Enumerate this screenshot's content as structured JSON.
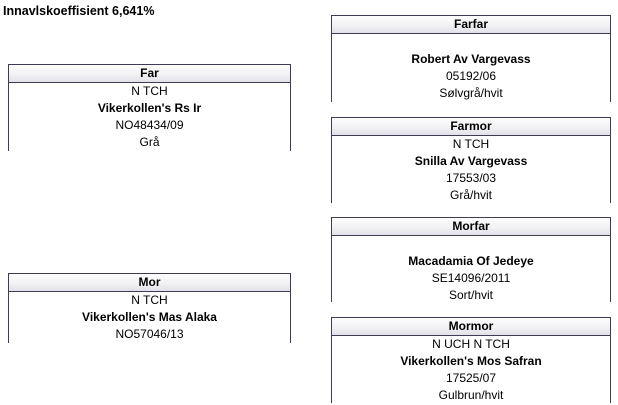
{
  "page": {
    "title": "Innavlskoeffisient 6,641%"
  },
  "colors": {
    "box_border": "#3c3c55",
    "header_gradient_top": "#fdfdfd",
    "header_gradient_bottom": "#e1e1e7",
    "background": "#ffffff",
    "text": "#000000"
  },
  "pedigree": {
    "far": {
      "label": "Far",
      "titles": "N TCH",
      "name": "Vikerkollen's Rs Ir",
      "reg": "NO48434/09",
      "color": "Grå"
    },
    "mor": {
      "label": "Mor",
      "titles": "N TCH",
      "name": "Vikerkollen's Mas Alaka",
      "reg": "NO57046/13"
    },
    "farfar": {
      "label": "Farfar",
      "titles": "",
      "name": "Robert Av Vargevass",
      "reg": "05192/06",
      "color": "Sølvgrå/hvit"
    },
    "farmor": {
      "label": "Farmor",
      "titles": "N TCH",
      "name": "Snilla Av Vargevass",
      "reg": "17553/03",
      "color": "Grå/hvit"
    },
    "morfar": {
      "label": "Morfar",
      "titles": "",
      "name": "Macadamia Of Jedeye",
      "reg": "SE14096/2011",
      "color": "Sort/hvit"
    },
    "mormor": {
      "label": "Mormor",
      "titles": "N UCH N TCH",
      "name": "Vikerkollen's Mos Safran",
      "reg": "17525/07",
      "color": "Gulbrun/hvit"
    }
  }
}
